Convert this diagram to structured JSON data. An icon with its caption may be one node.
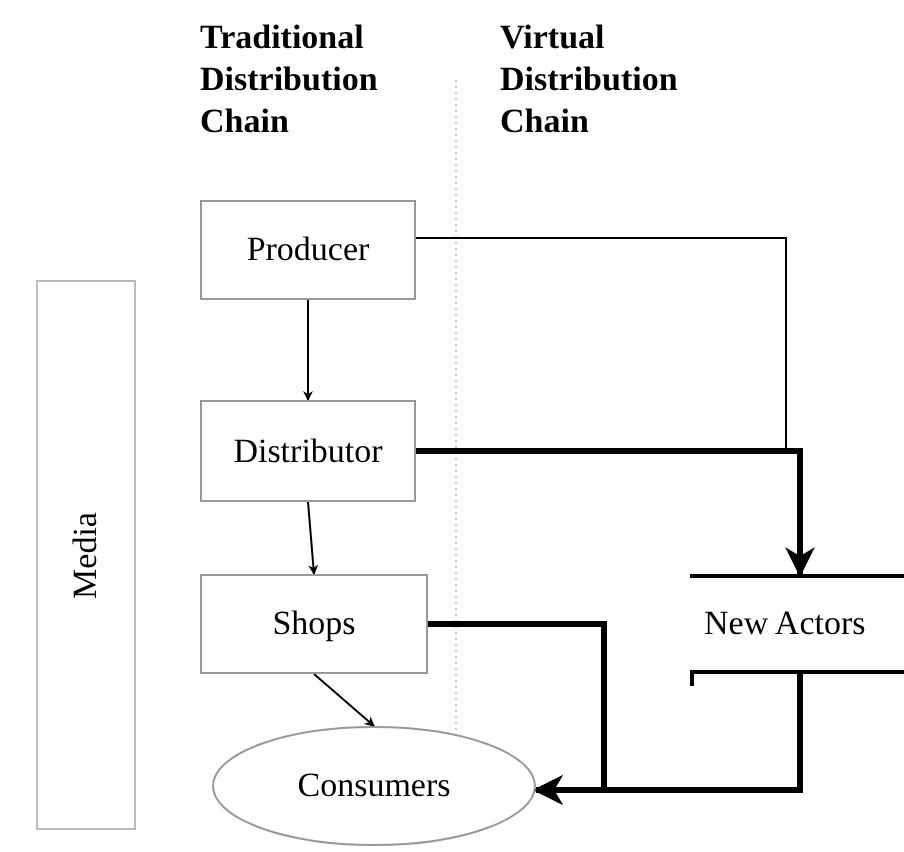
{
  "diagram": {
    "nodes": [
      {
        "text": [
          "Producer"
        ]
      },
      {
        "text": [
          "Distributor"
        ]
      },
      {
        "text": [
          "Shops"
        ]
      },
      {
        "text": [
          "Consumers"
        ]
      },
      {
        "text": [
          "Media"
        ]
      },
      {
        "text": [
          "New Actors"
        ]
      }
    ],
    "edges": [
      {
        "from": 0,
        "to": 1,
        "arrow": "to"
      },
      {
        "from": 1,
        "to": 2,
        "arrow": "to"
      },
      {
        "from": 2,
        "to": 3,
        "arrow": "to"
      },
      {
        "from": 0,
        "to": 5,
        "arrow": "to"
      },
      {
        "from": 1,
        "to": 5,
        "arrow": "to",
        "style": "thick"
      },
      {
        "from": 2,
        "to": 3,
        "arrow": "to",
        "style": "thick"
      },
      {
        "from": 5,
        "to": 3,
        "arrow": "to",
        "style": "thick"
      }
    ],
    "labels": [
      "Traditional Distribution Chain",
      "Virtual Distribution Chain"
    ]
  }
}
